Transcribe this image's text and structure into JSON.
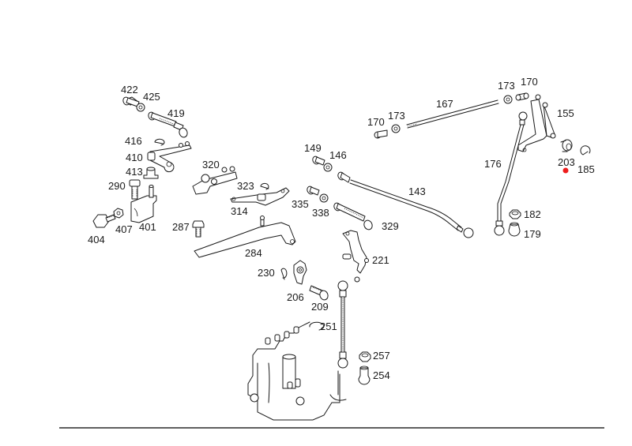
{
  "diagram": {
    "type": "exploded-parts-view",
    "marker_color": "#ee1c1c",
    "highlighted_part": "185",
    "labels": {
      "p422": "422",
      "p425": "425",
      "p419": "419",
      "p416": "416",
      "p410": "410",
      "p413": "413",
      "p290": "290",
      "p404": "404",
      "p407": "407",
      "p401": "401",
      "p287": "287",
      "p320": "320",
      "p323": "323",
      "p314": "314",
      "p284": "284",
      "p230": "230",
      "p206": "206",
      "p209": "209",
      "p149": "149",
      "p146": "146",
      "p335": "335",
      "p338": "338",
      "p329": "329",
      "p143": "143",
      "p221": "221",
      "p251": "251",
      "p257": "257",
      "p254": "254",
      "p170a": "170",
      "p173a": "173",
      "p167": "167",
      "p173b": "173",
      "p170b": "170",
      "p155": "155",
      "p176": "176",
      "p203": "203",
      "p185": "185",
      "p182": "182",
      "p179": "179"
    }
  }
}
